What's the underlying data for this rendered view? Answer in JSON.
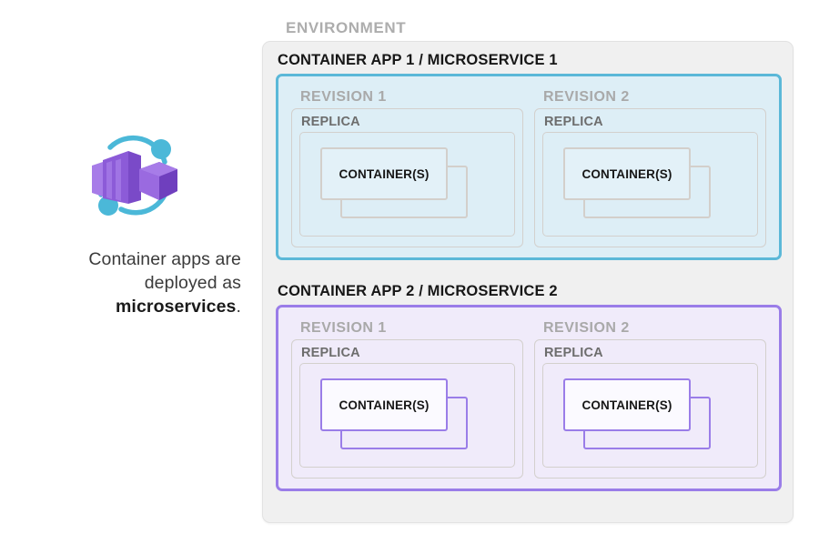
{
  "caption": {
    "line1": "Container apps are",
    "line2": "deployed as",
    "line3_bold": "microservices",
    "line3_period": "."
  },
  "icon": {
    "name": "container-apps-icon",
    "box_color": "#8c5bd8",
    "box_light_color": "#a77ce8",
    "box_dark_color": "#6f3fbe",
    "arc_color": "#4bb8d8"
  },
  "environment": {
    "label": "ENVIRONMENT",
    "background": "#f0f0f0",
    "border": "#e2e2e2"
  },
  "apps": [
    {
      "title": "CONTAINER APP 1 / MICROSERVICE 1",
      "theme": "blue",
      "accent": "#5bb8d8",
      "fill": "#ddeef6",
      "revisions": [
        {
          "label": "REVISION 1",
          "replica_label": "REPLICA",
          "container_label": "CONTAINER(S)"
        },
        {
          "label": "REVISION 2",
          "replica_label": "REPLICA",
          "container_label": "CONTAINER(S)"
        }
      ]
    },
    {
      "title": "CONTAINER APP 2 / MICROSERVICE 2",
      "theme": "purple",
      "accent": "#9a7de8",
      "fill": "#f0ebfa",
      "revisions": [
        {
          "label": "REVISION 1",
          "replica_label": "REPLICA",
          "container_label": "CONTAINER(S)"
        },
        {
          "label": "REVISION 2",
          "replica_label": "REPLICA",
          "container_label": "CONTAINER(S)"
        }
      ]
    }
  ]
}
